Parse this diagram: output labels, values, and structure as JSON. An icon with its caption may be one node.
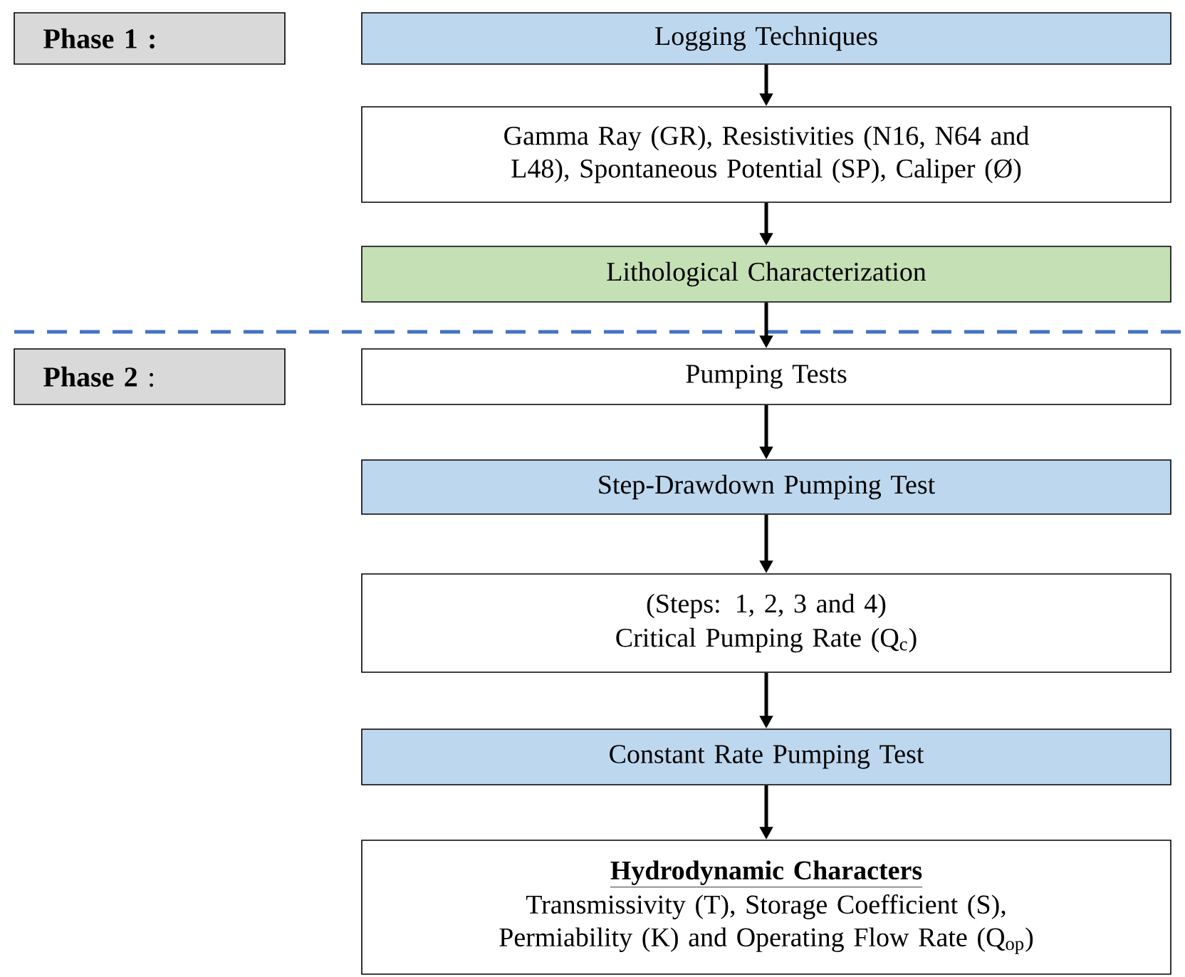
{
  "diagram": {
    "nodes": [
      {
        "text": [
          "Phase 1 :"
        ]
      },
      {
        "text": [
          "Logging Techniques"
        ]
      },
      {
        "text": [
          "Gamma Ray (GR), Resistivities (N16, N64 and L48), Spontaneous Potential (SP), Caliper (Ø)"
        ]
      },
      {
        "text": [
          "Lithological Characterization"
        ]
      },
      {
        "text": [
          "**Phase 2** :"
        ]
      },
      {
        "text": [
          "Pumping Tests"
        ]
      },
      {
        "text": [
          "Step-Drawdown Pumping Test"
        ]
      },
      {
        "text": [
          "(Steps: 1, 2, 3 and 4)",
          "Critical Pumping Rate (Q$_{c}$)"
        ]
      },
      {
        "text": [
          "Constant Rate Pumping Test"
        ]
      },
      {
        "text": [
          "Hydrodynamic Characters",
          "Transmissivity (T), Storage Coefficient (S), Permiability (K) and Operating Flow Rate (Q$_{op}$)"
        ]
      }
    ],
    "edges": [
      {
        "from": 1,
        "to": 2,
        "arrow": "to"
      },
      {
        "from": 2,
        "to": 3,
        "arrow": "to"
      },
      {
        "from": 3,
        "to": 5,
        "arrow": "to"
      },
      {
        "from": 5,
        "to": 6,
        "arrow": "to"
      },
      {
        "from": 6,
        "to": 7,
        "arrow": "to"
      },
      {
        "from": 7,
        "to": 8,
        "arrow": "to"
      },
      {
        "from": 8,
        "to": 9,
        "arrow": "to"
      }
    ]
  }
}
